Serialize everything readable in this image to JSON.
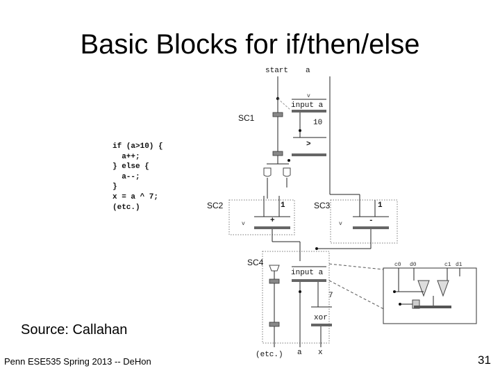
{
  "slide": {
    "title": "Basic Blocks for if/then/else",
    "code_lines": [
      "if (a>10) {",
      "  a++;",
      "} else {",
      "  a--;",
      "}",
      "x = a ^ 7;",
      "(etc.)"
    ],
    "source": "Source: Callahan",
    "footer": "Penn ESE535 Spring 2013 -- DeHon",
    "page_number": "31"
  },
  "diagram": {
    "start_label": "start",
    "a_label": "a",
    "input_a_1": "input a",
    "sc1_label": "SC1",
    "const_10": "10",
    "gt_op": ">",
    "sc2_label": "SC2",
    "sc3_label": "SC3",
    "one_left": "1",
    "one_right": "1",
    "plus_op": "+",
    "minus_op": "-",
    "v_left": "v",
    "v_right": "v",
    "sc4_label": "SC4",
    "input_a_2": "input a",
    "const_7": "7",
    "xor_op": "xor",
    "etc_label": "(etc.)",
    "bottom_a": "a",
    "bottom_x": "x",
    "inset_labels": [
      "c0",
      "d0",
      "c1",
      "d1"
    ]
  }
}
